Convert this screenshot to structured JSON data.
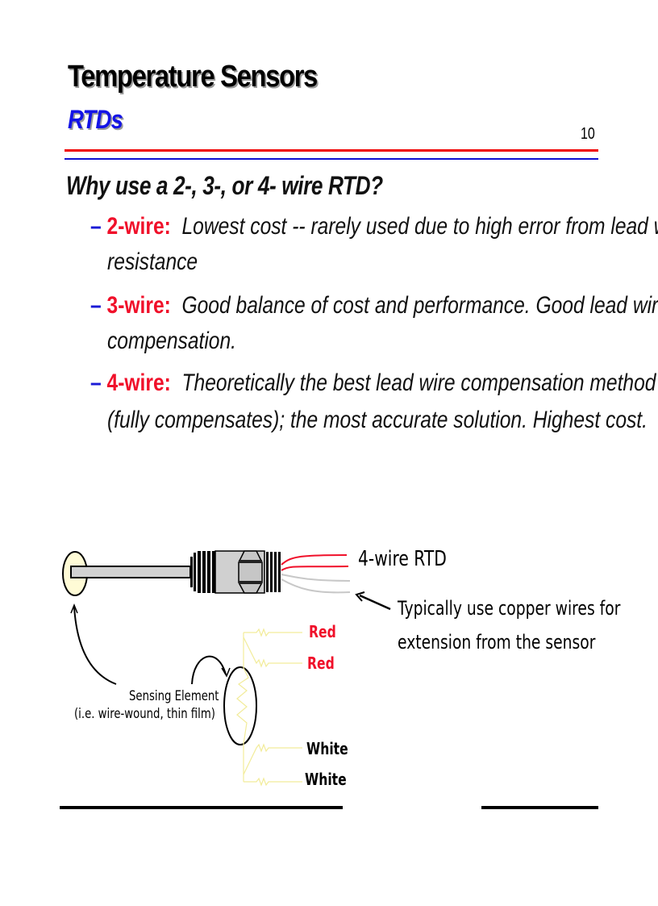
{
  "header": {
    "title": "Temperature Sensors",
    "subtitle": "RTDs",
    "page_number": "10",
    "rule_colors": {
      "top": "#f00000",
      "bottom": "#1010d0"
    }
  },
  "content": {
    "question": "Why use a 2-, 3-, or 4- wire RTD?",
    "bullet_marker": "–",
    "bullets": [
      {
        "label": "2-wire:",
        "lines": [
          "Lowest cost -- rarely used due to high error from lead wire",
          "resistance"
        ]
      },
      {
        "label": "3-wire:",
        "lines": [
          "Good balance of cost and performance.  Good lead wire",
          "compensation."
        ]
      },
      {
        "label": "4-wire:",
        "lines": [
          "Theoretically the best lead wire compensation method",
          "(fully compensates); the most accurate solution.  Highest cost."
        ]
      }
    ],
    "label_color": "#f0102a"
  },
  "diagram": {
    "title": "4-wire RTD",
    "note_lines": [
      "Typically use copper wires for",
      "extension from the sensor"
    ],
    "sensing_element_lines": [
      "Sensing Element",
      "(i.e. wire-wound, thin film)"
    ],
    "wires": [
      {
        "label": "Red",
        "color": "#f0102a"
      },
      {
        "label": "Red",
        "color": "#f0102a"
      },
      {
        "label": "White",
        "color": "#000000"
      },
      {
        "label": "White",
        "color": "#000000"
      }
    ]
  }
}
